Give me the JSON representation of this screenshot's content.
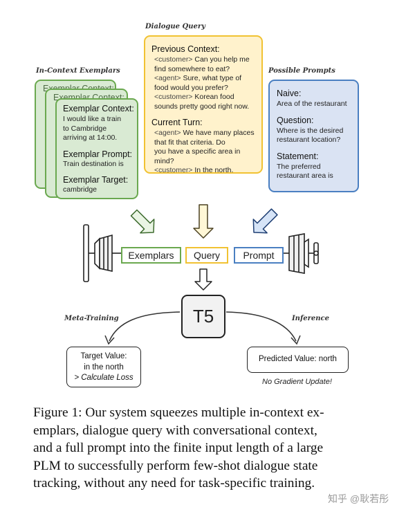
{
  "sections": {
    "dialogue_query": "Dialogue Query",
    "in_context_exemplars": "In-Context Exemplars",
    "possible_prompts": "Possible Prompts",
    "meta_training": "Meta-Training",
    "inference": "Inference"
  },
  "exemplar_card": {
    "back_label_1": "Exemplar Context:",
    "back_label_2": "Exemplar Context:",
    "context_label": "Exemplar Context:",
    "context_lines": [
      "I would like a train",
      "to Cambridge",
      "arriving at 14:00."
    ],
    "prompt_label": "Exemplar Prompt:",
    "prompt_text": "Train destination is",
    "target_label": "Exemplar Target:",
    "target_text": "cambridge"
  },
  "dialogue_card": {
    "previous_label": "Previous Context:",
    "previous_lines": [
      {
        "tag": "<customer>",
        "text": " Can you help me"
      },
      {
        "tag": "",
        "text": "find somewhere to eat?"
      },
      {
        "tag": "<agent>",
        "text": " Sure, what type of"
      },
      {
        "tag": "",
        "text": "food would you prefer?"
      },
      {
        "tag": "<customer>",
        "text": " Korean food"
      },
      {
        "tag": "",
        "text": "sounds pretty good right now."
      }
    ],
    "current_label": "Current Turn:",
    "current_lines": [
      {
        "tag": "<agent>",
        "text": " We have many places"
      },
      {
        "tag": "",
        "text": "that fit that criteria.  Do"
      },
      {
        "tag": "",
        "text": "you have a specific area in mind?"
      },
      {
        "tag": "<customer>",
        "text": " In the north."
      }
    ]
  },
  "prompts_card": {
    "naive_label": "Naive:",
    "naive_text": "Area of the restaurant",
    "question_label": "Question:",
    "question_lines": [
      "Where is the desired",
      "restaurant location?"
    ],
    "statement_label": "Statement:",
    "statement_lines": [
      "The preferred",
      "restaurant area is"
    ]
  },
  "input_labels": {
    "exemplars": "Exemplars",
    "query": "Query",
    "prompt": "Prompt"
  },
  "model": "T5",
  "target_box": {
    "line1": "Target Value:",
    "line2": "in the north",
    "line3": "> Calculate Loss"
  },
  "predicted_box": "Predicted Value: north",
  "no_gradient": "No Gradient Update!",
  "caption_lines": [
    "Figure 1: Our system squeezes multiple in-context ex-",
    "emplars, dialogue query with conversational context,",
    "and a full prompt into the finite input length of a large",
    "PLM to successfully perform few-shot dialogue state",
    "tracking, without any need for task-specific training."
  ],
  "watermark": "知乎 @耿若彤",
  "colors": {
    "green_fill": "#d9ead3",
    "green_border": "#6aa84f",
    "yellow_fill": "#fff2cc",
    "yellow_border": "#f1c232",
    "blue_fill": "#dae3f3",
    "blue_border": "#4a7fc1"
  }
}
